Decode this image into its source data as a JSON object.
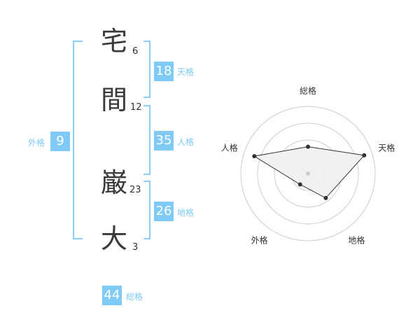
{
  "name": {
    "characters": [
      {
        "char": "宅",
        "strokes": "6"
      },
      {
        "char": "間",
        "strokes": "12"
      },
      {
        "char": "巌",
        "strokes": "23"
      },
      {
        "char": "大",
        "strokes": "3"
      }
    ]
  },
  "grades": {
    "tenkaku": {
      "value": "18",
      "label": "天格"
    },
    "jinkaku": {
      "value": "35",
      "label": "人格"
    },
    "chikaku": {
      "value": "26",
      "label": "地格"
    },
    "gaikaku": {
      "value": "9",
      "label": "外格"
    },
    "soukaku": {
      "value": "44",
      "label": "総格"
    }
  },
  "colors": {
    "accent": "#7fcbf6",
    "bracket": "#8fcdf4",
    "radar_fill": "#efefef",
    "radar_line": "#333333",
    "ring": "#cccccc"
  },
  "chart_data": {
    "type": "radar",
    "axes": [
      "総格",
      "天格",
      "地格",
      "外格",
      "人格"
    ],
    "values": [
      0.4,
      0.88,
      0.45,
      0.2,
      0.84
    ],
    "range": [
      0,
      1
    ],
    "rings": 4
  }
}
